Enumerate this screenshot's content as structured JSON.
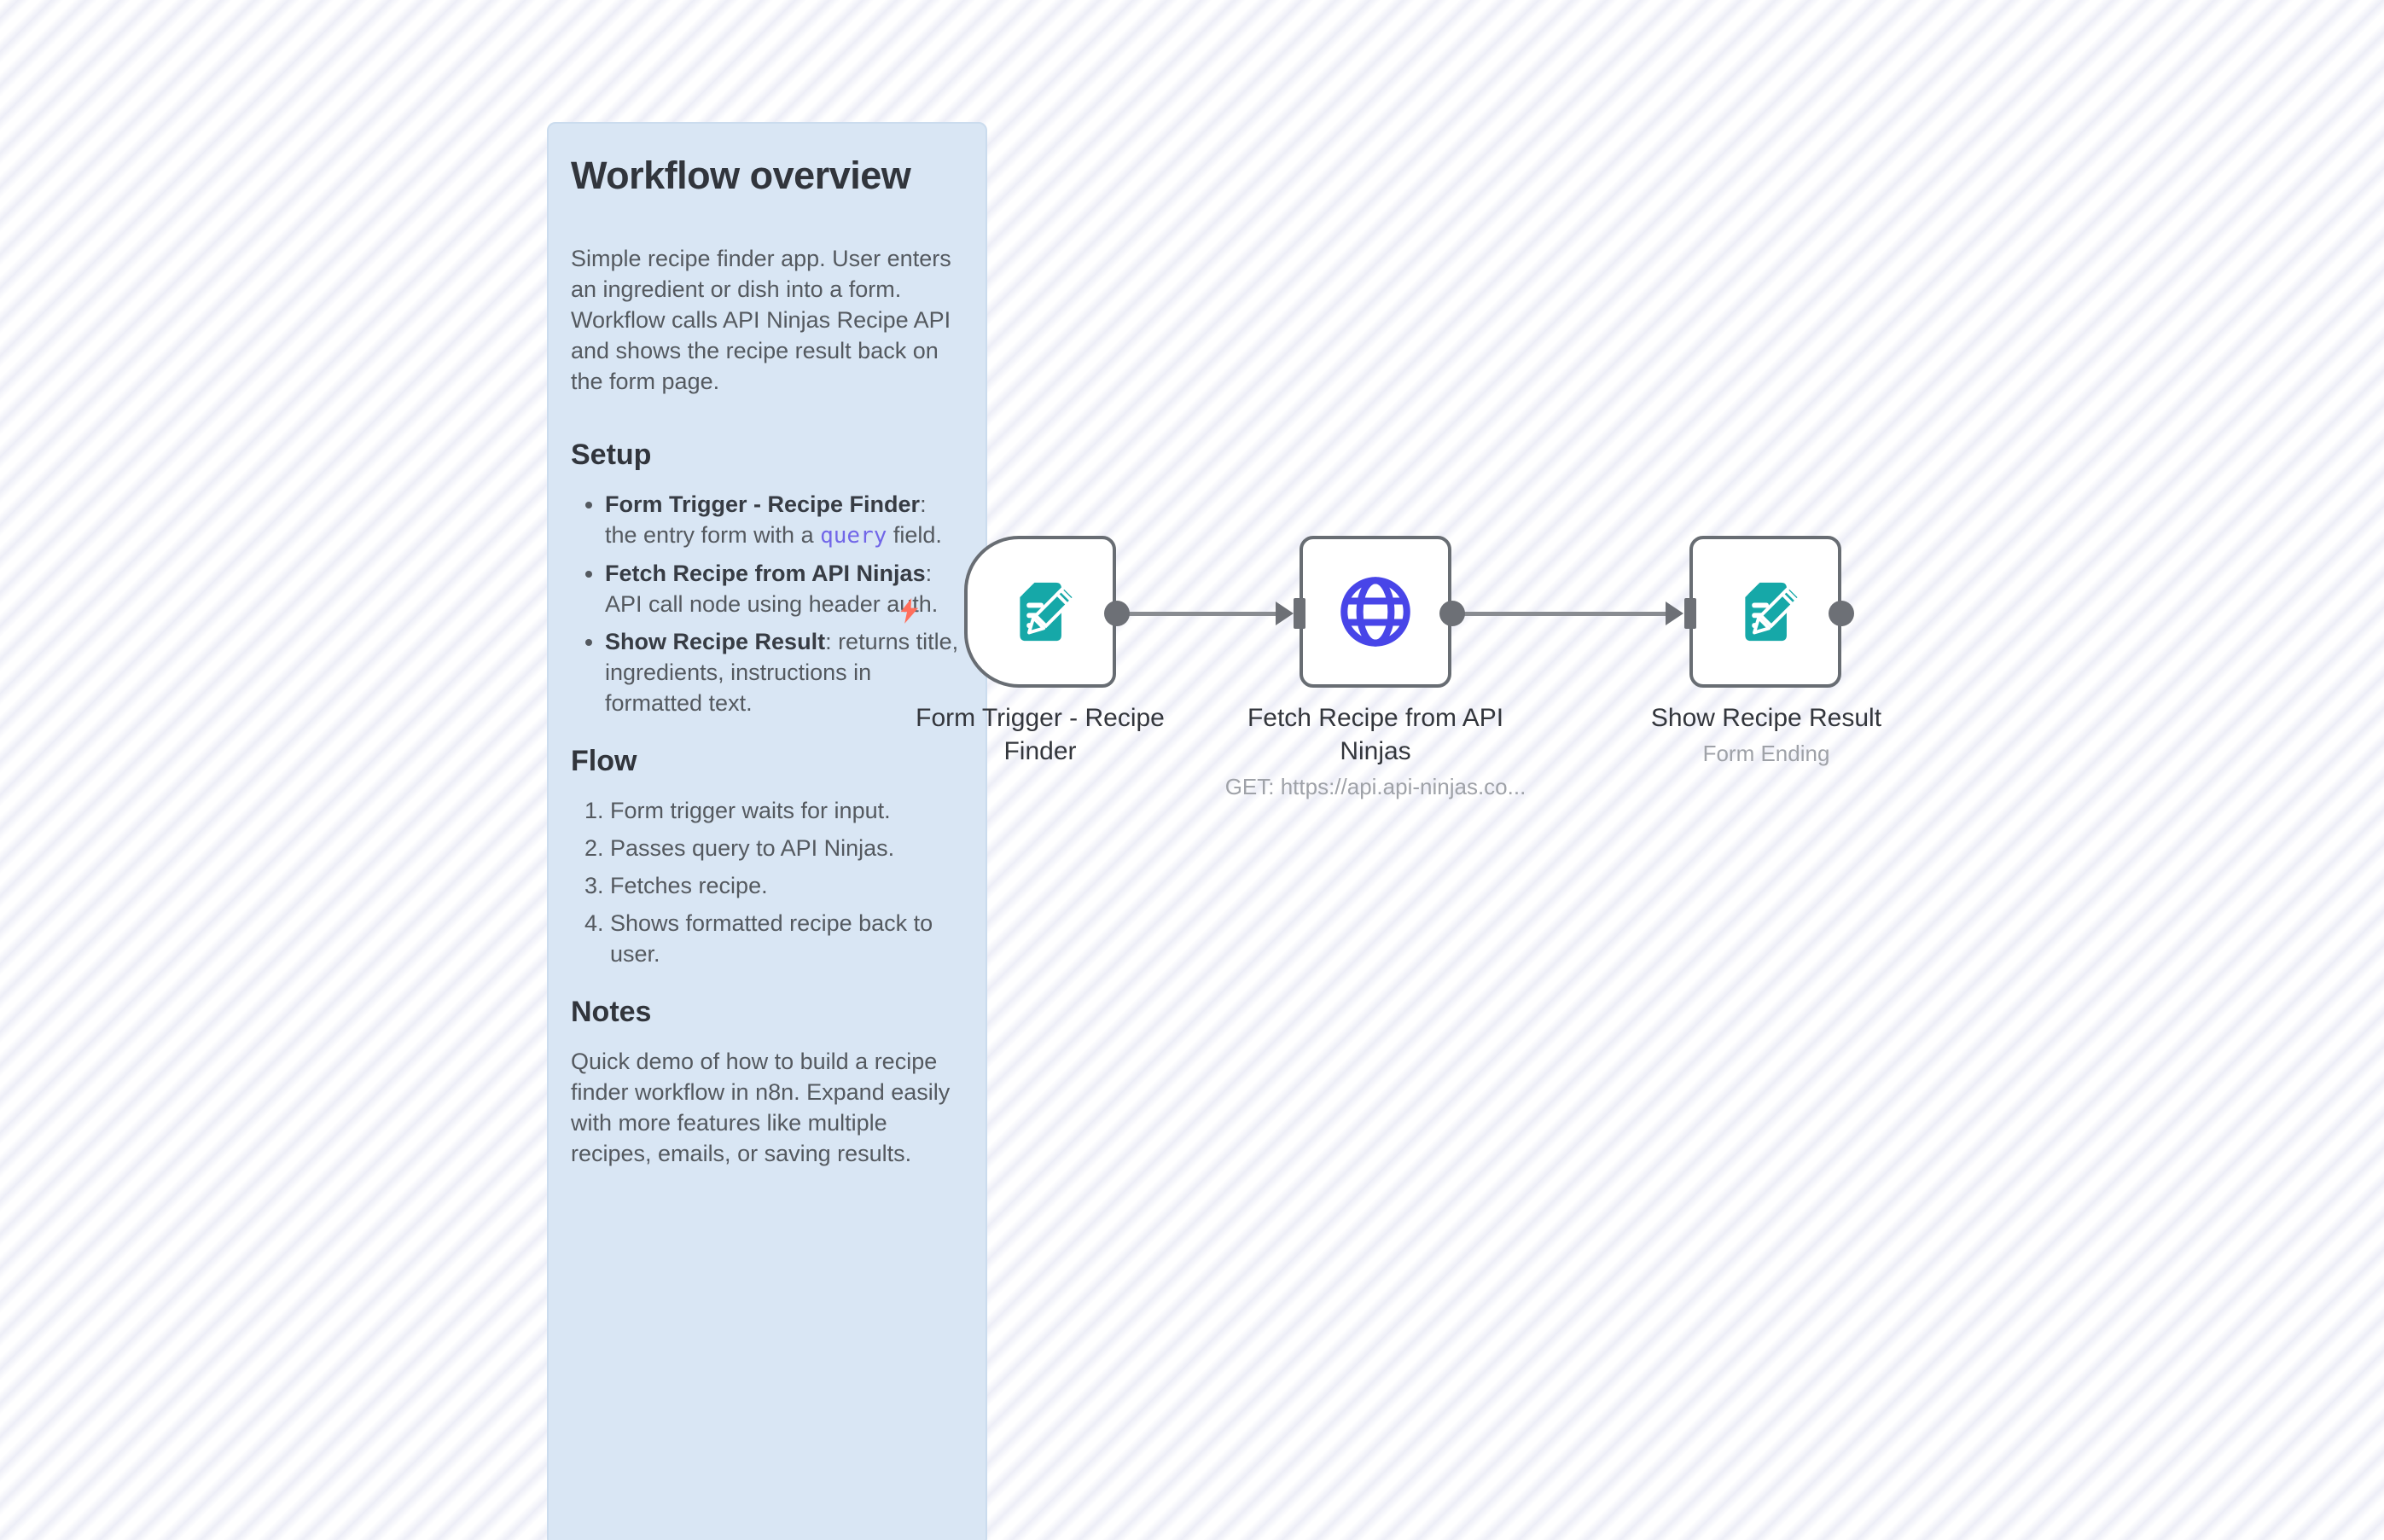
{
  "colors": {
    "canvas_stripe": "#edeef7",
    "sticky_bg": "#d9e6f4",
    "sticky_border": "#cbdcee",
    "heading_text": "#31353c",
    "body_text": "#54595f",
    "inline_code_text": "#7166e8",
    "node_border": "#686d73",
    "connector_gray": "#6d7076",
    "connector_line_gray": "#898c91",
    "node_label_text": "#33363c",
    "node_subtitle_text": "#9fa2a8",
    "form_icon_teal": "#16a8a8",
    "http_icon_indigo": "#4845e8",
    "trigger_bolt_coral": "#ff6f5c"
  },
  "sticky_note": {
    "title": "Workflow overview",
    "intro": "Simple recipe finder app. User enters an ingredient or dish into a form. Workflow calls API Ninjas Recipe API and shows the recipe result back on the form page.",
    "setup_heading": "Setup",
    "setup_items": [
      {
        "bold": "Form Trigger - Recipe Finder",
        "pre": ": the entry form with a ",
        "code": "query",
        "post": " field."
      },
      {
        "bold": "Fetch Recipe from API Ninjas",
        "pre": ": API call node using header auth.",
        "code": "",
        "post": ""
      },
      {
        "bold": "Show Recipe Result",
        "pre": ": returns title, ingredients, instructions in formatted text.",
        "code": "",
        "post": ""
      }
    ],
    "flow_heading": "Flow",
    "flow_items": [
      "Form trigger waits for input.",
      "Passes query to API Ninjas.",
      "Fetches recipe.",
      "Shows formatted recipe back to user."
    ],
    "notes_heading": "Notes",
    "notes_text": "Quick demo of how to build a recipe finder workflow in n8n. Expand easily with more features like multiple recipes, emails, or saving results."
  },
  "nodes": [
    {
      "name": "Form Trigger - Recipe Finder",
      "subtitle": "",
      "icon": "form-pencil",
      "kind": "trigger"
    },
    {
      "name": "Fetch Recipe from API Ninjas",
      "subtitle": "GET: https://api.api-ninjas.co...",
      "icon": "globe",
      "kind": "action"
    },
    {
      "name": "Show Recipe Result",
      "subtitle": "Form Ending",
      "icon": "form-pencil",
      "kind": "action"
    }
  ]
}
